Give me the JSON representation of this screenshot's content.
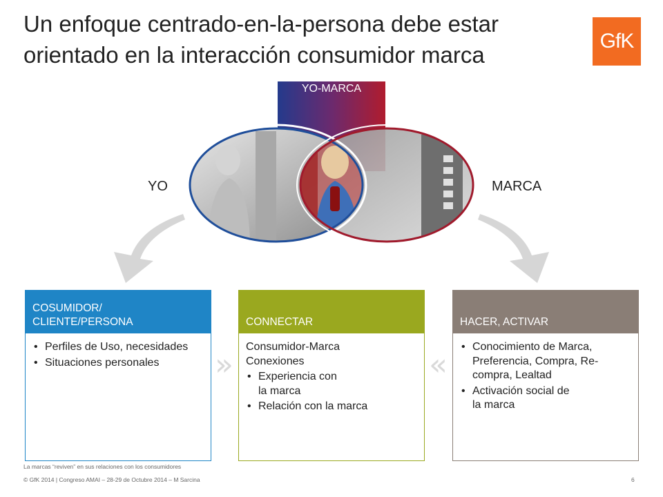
{
  "title": "Un enfoque centrado-en-la-persona debe estar orientado en la interacción consumidor marca",
  "logo": {
    "text": "GfK",
    "color": "#f26b21"
  },
  "diagram": {
    "top_label": "YO-MARCA",
    "left_label": "YO",
    "right_label": "MARCA"
  },
  "panels": [
    {
      "header": "COSUMIDOR/ CLIENTE/PERSONA",
      "color": "#1f85c6",
      "lead": "",
      "bullets": [
        "Perfiles de Uso, necesidades",
        "Situaciones personales"
      ]
    },
    {
      "header": "CONNECTAR",
      "color": "#9aa81f",
      "lead": "Consumidor-Marca Conexiones",
      "bullets": [
        "Experiencia con la marca",
        "Relación con la marca"
      ]
    },
    {
      "header": "HACER, ACTIVAR",
      "color": "#8a7e76",
      "lead": "",
      "bullets": [
        "Conocimiento de Marca, Preferencia, Compra, Re-compra, Lealtad",
        "Activación social de la marca"
      ]
    }
  ],
  "chevrons": {
    "right": "»",
    "left": "«"
  },
  "footnote": "La marcas “reviven” en sus relaciones con los consumidores",
  "footer": "© GfK 2014 | Congreso AMAI – 28-29 de Octubre 2014 – M Sarcina",
  "page_number": "6"
}
